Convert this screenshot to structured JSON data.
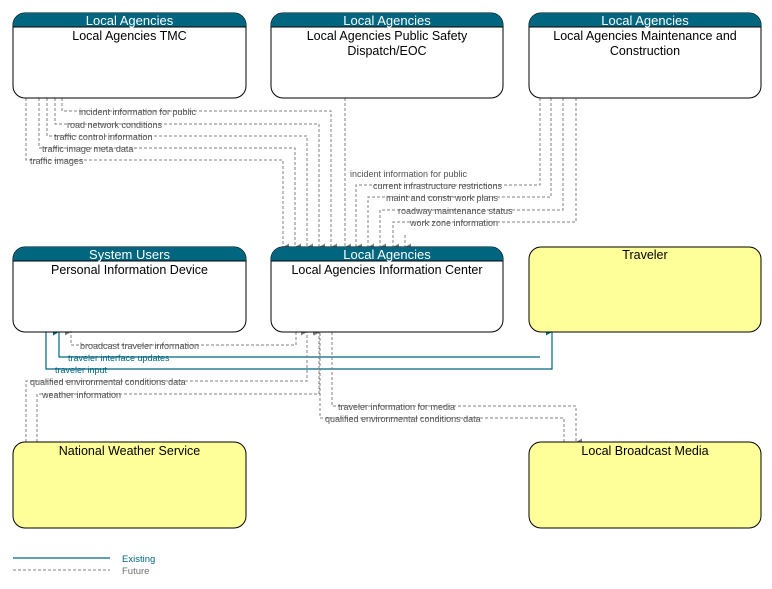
{
  "nodes": {
    "tmc": {
      "header": "Local Agencies",
      "name": [
        "Local Agencies TMC"
      ]
    },
    "dispatch": {
      "header": "Local Agencies",
      "name": [
        "Local Agencies Public Safety",
        "Dispatch/EOC"
      ]
    },
    "maint": {
      "header": "Local Agencies",
      "name": [
        "Local Agencies Maintenance and",
        "Construction"
      ]
    },
    "pid": {
      "header": "System Users",
      "name": [
        "Personal Information Device"
      ]
    },
    "info_center": {
      "header": "Local Agencies",
      "name": [
        "Local Agencies Information Center"
      ]
    },
    "traveler": {
      "name": [
        "Traveler"
      ]
    },
    "nws": {
      "name": [
        "National Weather Service"
      ]
    },
    "broadcast": {
      "name": [
        "Local Broadcast Media"
      ]
    }
  },
  "flows": {
    "f1": "incident information for public",
    "f2": "road network conditions",
    "f3": "traffic control information",
    "f4": "traffic image meta data",
    "f5": "traffic images",
    "f6": "incident information for public",
    "f7": "current infrastructure restrictions",
    "f8": "maint and constr work plans",
    "f9": "roadway maintenance status",
    "f10": "work zone information",
    "f11": "broadcast traveler information",
    "f12": "traveler interface updates",
    "f13": "traveler input",
    "f14": "qualified environmental conditions data",
    "f15": "weather information",
    "f16": "traveler information for media",
    "f17": "qualified environmental conditions data"
  },
  "legend": {
    "existing": "Existing",
    "future": "Future"
  },
  "colors": {
    "header": "#006680",
    "existing_flow": "#006680",
    "future_flow": "#808080",
    "terminator_fill": "#ffff99"
  }
}
